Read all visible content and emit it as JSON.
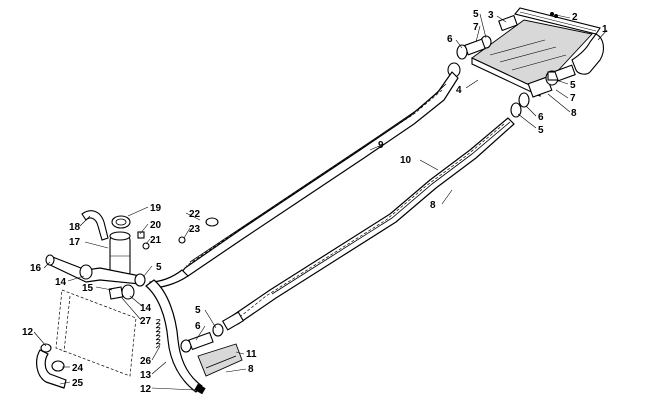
{
  "callouts": [
    {
      "id": "c1",
      "text": "1"
    },
    {
      "id": "c2",
      "text": "2"
    },
    {
      "id": "c3",
      "text": "3"
    },
    {
      "id": "c4",
      "text": "4"
    },
    {
      "id": "c5a",
      "text": "5"
    },
    {
      "id": "c7a",
      "text": "7"
    },
    {
      "id": "c6a",
      "text": "6"
    },
    {
      "id": "c5b",
      "text": "5"
    },
    {
      "id": "c7b",
      "text": "7"
    },
    {
      "id": "c8a",
      "text": "8"
    },
    {
      "id": "c6b",
      "text": "6"
    },
    {
      "id": "c5c",
      "text": "5"
    },
    {
      "id": "c9",
      "text": "9"
    },
    {
      "id": "c10",
      "text": "10"
    },
    {
      "id": "c8b",
      "text": "8"
    },
    {
      "id": "c19",
      "text": "19"
    },
    {
      "id": "c18",
      "text": "18"
    },
    {
      "id": "c20",
      "text": "20"
    },
    {
      "id": "c22",
      "text": "22"
    },
    {
      "id": "c21",
      "text": "21"
    },
    {
      "id": "c23",
      "text": "23"
    },
    {
      "id": "c17",
      "text": "17"
    },
    {
      "id": "c16",
      "text": "16"
    },
    {
      "id": "c5d",
      "text": "5"
    },
    {
      "id": "c14a",
      "text": "14"
    },
    {
      "id": "c15",
      "text": "15"
    },
    {
      "id": "c14b",
      "text": "14"
    },
    {
      "id": "c27",
      "text": "27"
    },
    {
      "id": "c5e",
      "text": "5"
    },
    {
      "id": "c6c",
      "text": "6"
    },
    {
      "id": "c12a",
      "text": "12"
    },
    {
      "id": "c11",
      "text": "11"
    },
    {
      "id": "c26",
      "text": "26"
    },
    {
      "id": "c8c",
      "text": "8"
    },
    {
      "id": "c24",
      "text": "24"
    },
    {
      "id": "c13",
      "text": "13"
    },
    {
      "id": "c25",
      "text": "25"
    },
    {
      "id": "c12b",
      "text": "12"
    }
  ],
  "colors": {
    "ink": "#000000",
    "paper": "#ffffff",
    "shade": "#d8d8d8"
  }
}
